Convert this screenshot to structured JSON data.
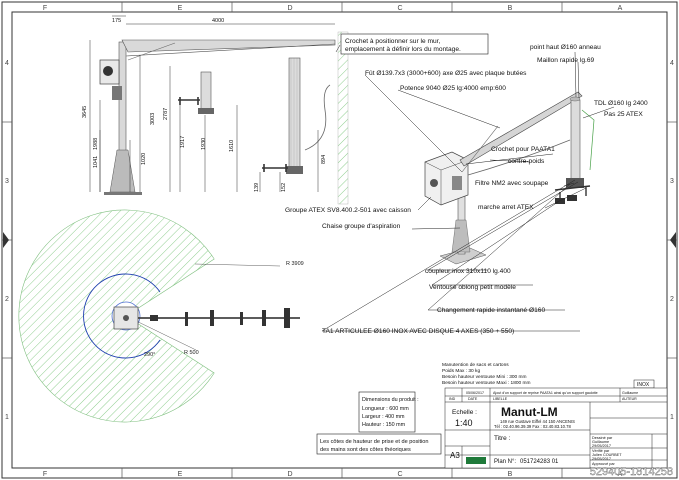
{
  "frame": {
    "top_cols": [
      "F",
      "E",
      "D",
      "C",
      "B",
      "A"
    ],
    "bottom_cols": [
      "F",
      "E",
      "D",
      "C",
      "B",
      "A"
    ],
    "rows": [
      "4",
      "3",
      "2",
      "1"
    ]
  },
  "dimensions": {
    "top_175": "175",
    "top_4000": "4000",
    "v_3645": "3645",
    "v_1988": "1988",
    "v_1041": "1041",
    "v_3003": "3003",
    "v_1020": "1020",
    "v_2787": "2787",
    "v_1917": "1917",
    "v_1930": "1930",
    "v_1610": "1610",
    "v_894": "894",
    "v_139": "139",
    "v_152": "152",
    "r_3909": "R 3909",
    "r_500": "R 500",
    "angle_290": "290°"
  },
  "callouts": {
    "crochet_mur_1": "Crochet à positionner sur le mur,",
    "crochet_mur_2": "emplacement à définir lors du montage.",
    "fut": "Fût Ø139.7x3 (3000+600) axe Ø25 avec plaque butées",
    "potence": "Potence 9040 Ø25 lg:4000 emp:600",
    "point_haut": "point haut Ø160 anneau",
    "maillon": "Maillon rapide lg.69",
    "tdl_1": "TDL Ø160 lg 2400",
    "tdl_2": "Pas 25 ATEX",
    "crochet_paata": "Crochet pour PAATA1",
    "contre_poids": "contre-poids",
    "filtre": "Filtre NM2 avec soupape",
    "marche_arret": "marche arret ATEX",
    "groupe_atex": "Groupe ATEX SV8.400.2-501 avec caisson",
    "chaise": "Chaise groupe d'aspiration",
    "coupleur": "coupleur inox 310x110 lg.400",
    "ventouse": "Ventouse oblong petit modèle",
    "changement": "Changement rapide instantané Ø160",
    "ta1": "TA1 ARTICULEE Ø160 INOX AVEC DISQUE 4 AXES (350 + 550)"
  },
  "notes": {
    "manutention_1": "Manutention de sacs et cartons",
    "manutention_2": "Poids Max : 30 kg",
    "manutention_3": "Besoin hauteur ventouse Mini : 300 mm",
    "manutention_4": "Besoin hauteur ventouse Maxi : 1800 mm",
    "dims_title": "Dimensions du produit :",
    "dims_longueur": "Longueur : 600 mm",
    "dims_largeur": "Largeur : 400 mm",
    "dims_hauteur": "Hauteur : 150 mm",
    "cotes_1": "Les côtes de hauteur de prise et de position",
    "cotes_2": "des mains sont des côtes théoriques",
    "inox": "INOX"
  },
  "title_block": {
    "rev_date": "05/06/2017",
    "rev_text": "Ajout d'un support de reprise PAATA1 ainsi qu'un support gaulotte",
    "rev_author": "Guillaume",
    "col_ind": "IND",
    "col_date": "DATE",
    "col_libelle": "LIBELLE",
    "col_auteur": "AUTEUR",
    "echelle_label": "Echelle :",
    "echelle_value": "1:40",
    "company": "Manut-LM",
    "address_1": "149 rue Gustave Eiffel 44 150 ANCENIS",
    "address_2": "Tél : 02.40.96.39.39 Fax : 02.40.83.10.78",
    "titre_label": "Titre :",
    "format": "A3",
    "plan_label": "Plan N°:",
    "plan_number": "051724283 01",
    "dessine_label": "Dessiné par",
    "dessine_name": "Guillaume",
    "dessine_date": "29/05/2017",
    "verifie_label": "Vérifié par",
    "verifie_name": "Julien COURBET",
    "verifie_date": "29/05/2017",
    "approuve_label": "Approuvé par"
  },
  "watermark": "529405-1814258"
}
